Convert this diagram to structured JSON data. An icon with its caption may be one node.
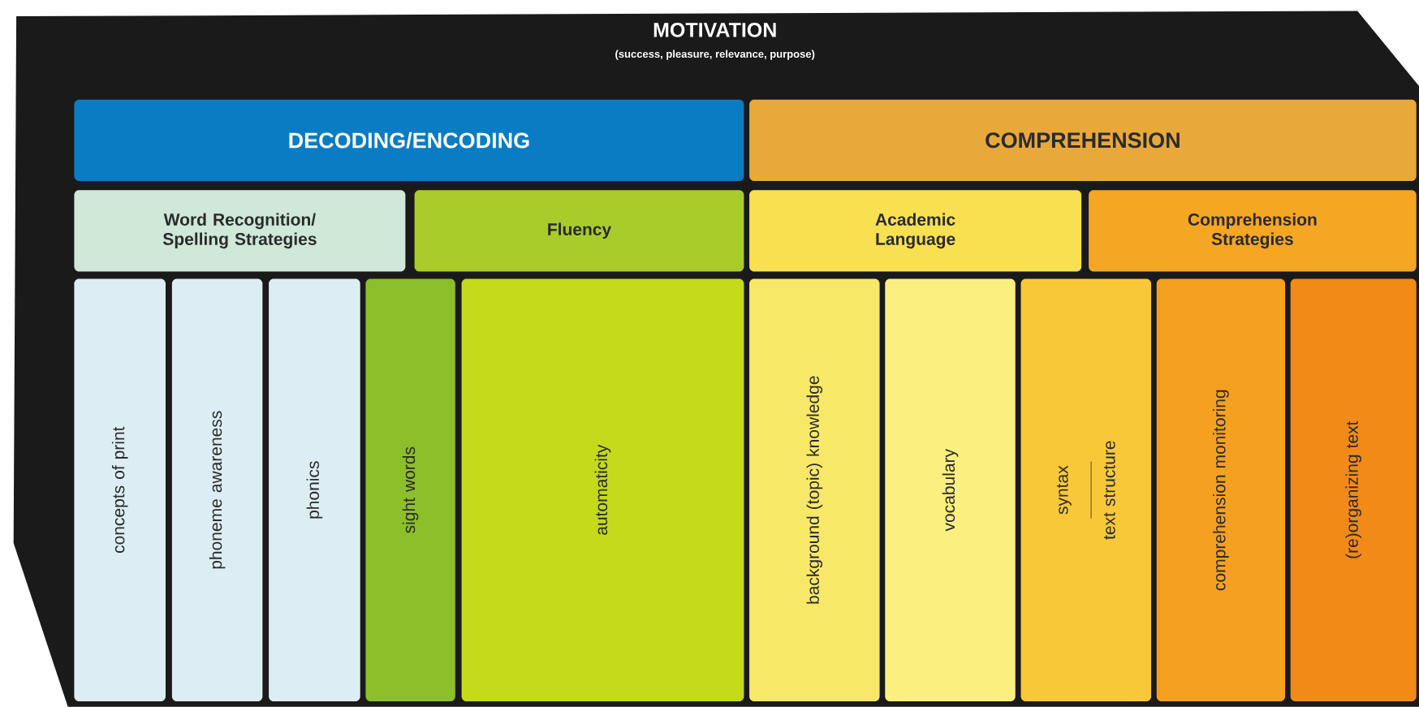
{
  "diagram": {
    "nodes": [
      {
        "text": [
          "MOTIVATION",
          "(success, pleasure, relevance, purpose)"
        ]
      },
      {
        "text": [
          "DECODING/ENCODING"
        ],
        "in": 0
      },
      {
        "text": [
          "COMPREHENSION"
        ],
        "in": 0
      },
      {
        "text": [
          "Word Recognition/ Spelling Strategies"
        ],
        "in": 0
      },
      {
        "text": [
          "Fluency"
        ],
        "in": 0
      },
      {
        "text": [
          "Academic Language"
        ],
        "in": 0
      },
      {
        "text": [
          "Comprehension Strategies"
        ],
        "in": 0
      },
      {
        "text": [
          "concepts of print"
        ],
        "in": 0
      },
      {
        "text": [
          "phoneme awareness"
        ],
        "in": 0
      },
      {
        "text": [
          "phonics"
        ],
        "in": 0
      },
      {
        "text": [
          "sight words"
        ],
        "in": 0
      },
      {
        "text": [
          "automaticity"
        ],
        "in": 0
      },
      {
        "text": [
          "background (topic) knowledge"
        ],
        "in": 0
      },
      {
        "text": [
          "vocabulary"
        ],
        "in": 0
      },
      {
        "text": [
          "syntax",
          "text structure"
        ],
        "in": 0
      },
      {
        "text": [
          "comprehension monitoring"
        ],
        "in": 0
      },
      {
        "text": [
          "(re)organizing text"
        ],
        "in": 0
      }
    ]
  }
}
